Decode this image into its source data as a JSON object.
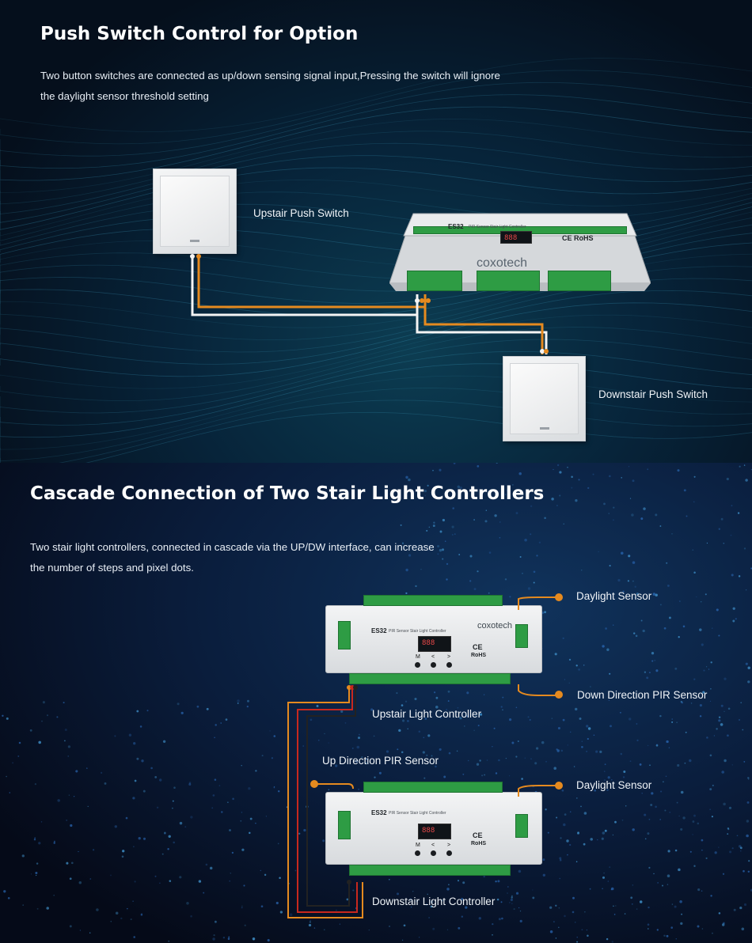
{
  "section1": {
    "title": "Push Switch Control for Option",
    "desc_line1": "Two button switches are connected as up/down sensing signal input,Pressing the switch will ignore",
    "desc_line2": "the daylight sensor threshold setting",
    "upstair_label": "Upstair Push Switch",
    "downstair_label": "Downstair Push Switch",
    "controller": {
      "model": "ES32",
      "name": "PIR Sensor Stair Light Controller",
      "display": "888",
      "watermark": "coxotech",
      "cert": "CE RoHS"
    }
  },
  "section2": {
    "title": "Cascade Connection of Two Stair Light Controllers",
    "desc_line1": "Two stair light controllers, connected in cascade via the UP/DW interface, can increase",
    "desc_line2": "the number of steps and pixel dots.",
    "daylight_sensor_1": "Daylight Sensor",
    "down_pir_sensor": "Down Direction PIR Sensor",
    "upstair_controller": "Upstair Light Controller",
    "up_pir_sensor": "Up Direction PIR Sensor",
    "daylight_sensor_2": "Daylight Sensor",
    "downstair_controller": "Downstair Light Controller",
    "controller": {
      "model": "ES32",
      "name": "PIR Sensor Stair Light Controller",
      "display": "888",
      "watermark": "coxotech",
      "btn_m": "M",
      "btn_left": "<",
      "btn_right": ">",
      "ce": "CE",
      "rohs": "RoHS"
    }
  },
  "colors": {
    "wire_orange": "#e58a1f",
    "wire_white": "#f4f4f4",
    "wire_red": "#c8281e",
    "wire_black": "#222222",
    "terminal_green": "#2e9c44"
  }
}
